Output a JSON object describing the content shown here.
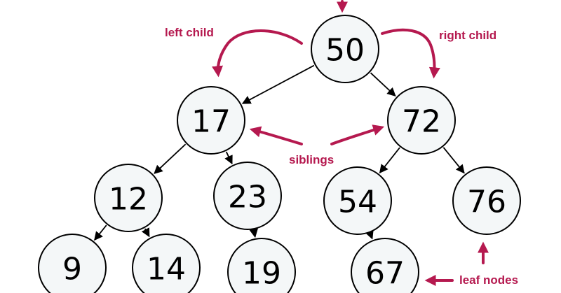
{
  "accent_color": "#b5194f",
  "nodes": [
    {
      "id": "n50",
      "label": "50"
    },
    {
      "id": "n17",
      "label": "17"
    },
    {
      "id": "n72",
      "label": "72"
    },
    {
      "id": "n12",
      "label": "12"
    },
    {
      "id": "n23",
      "label": "23"
    },
    {
      "id": "n54",
      "label": "54"
    },
    {
      "id": "n76",
      "label": "76"
    },
    {
      "id": "n9",
      "label": "9"
    },
    {
      "id": "n14",
      "label": "14"
    },
    {
      "id": "n19",
      "label": "19"
    },
    {
      "id": "n67",
      "label": "67"
    }
  ],
  "edges": [
    {
      "from": "n50",
      "to": "n17"
    },
    {
      "from": "n50",
      "to": "n72"
    },
    {
      "from": "n17",
      "to": "n12"
    },
    {
      "from": "n17",
      "to": "n23"
    },
    {
      "from": "n72",
      "to": "n54"
    },
    {
      "from": "n72",
      "to": "n76"
    },
    {
      "from": "n12",
      "to": "n9"
    },
    {
      "from": "n12",
      "to": "n14"
    },
    {
      "from": "n23",
      "to": "n19"
    },
    {
      "from": "n54",
      "to": "n67"
    }
  ],
  "annotations": {
    "left_child": "left child",
    "right_child": "right child",
    "siblings": "siblings",
    "leaf_nodes": "leaf nodes"
  }
}
